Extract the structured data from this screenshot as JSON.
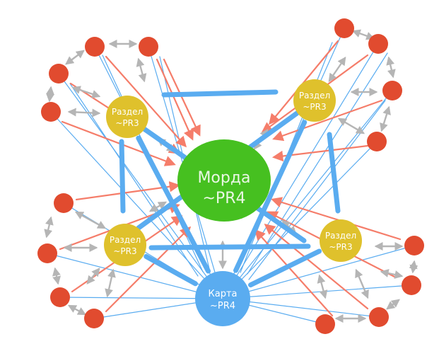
{
  "colors": {
    "background": "#ffffff",
    "thin_link": "#5aacf0",
    "thick_link": "#5aacf0",
    "red_arrow": "#f57d6a",
    "gray_arrow": "#b5b5b5",
    "leaf_node": "#e14b2f",
    "section_node": "#dfc12c",
    "home_node": "#46c020",
    "map_node": "#5aacf0",
    "label_dark": "#ffffff"
  },
  "nodes": {
    "home": {
      "line1": "Морда",
      "line2": "~PR4"
    },
    "map": {
      "line1": "Карта",
      "line2": "~PR4"
    },
    "section_top_left": {
      "line1": "Раздел",
      "line2": "~PR3"
    },
    "section_top_right": {
      "line1": "Раздел",
      "line2": "~PR3"
    },
    "section_bottom_left": {
      "line1": "Раздел",
      "line2": "~PR3"
    },
    "section_bottom_right": {
      "line1": "Раздел",
      "line2": "~PR3"
    }
  }
}
